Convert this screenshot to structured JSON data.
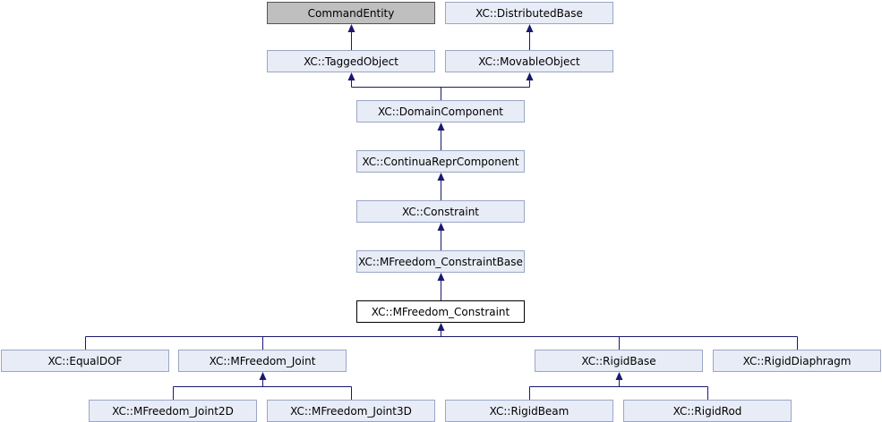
{
  "colors": {
    "edge": "#191970",
    "node_fill": "#e8ecf6",
    "node_border": "#9aa6c7",
    "external_fill": "#bfbfbf",
    "current_fill": "#ffffff"
  },
  "nodes": {
    "command_entity": "CommandEntity",
    "distributed_base": "XC::DistributedBase",
    "tagged_object": "XC::TaggedObject",
    "movable_object": "XC::MovableObject",
    "domain_component": "XC::DomainComponent",
    "continua_repr_component": "XC::ContinuaReprComponent",
    "constraint": "XC::Constraint",
    "mfreedom_constraint_base": "XC::MFreedom_ConstraintBase",
    "mfreedom_constraint": "XC::MFreedom_Constraint",
    "equal_dof": "XC::EqualDOF",
    "mfreedom_joint": "XC::MFreedom_Joint",
    "rigid_base": "XC::RigidBase",
    "rigid_diaphragm": "XC::RigidDiaphragm",
    "mfreedom_joint2d": "XC::MFreedom_Joint2D",
    "mfreedom_joint3d": "XC::MFreedom_Joint3D",
    "rigid_beam": "XC::RigidBeam",
    "rigid_rod": "XC::RigidRod"
  },
  "edges": [
    {
      "child": "tagged_object",
      "parents": [
        "command_entity"
      ]
    },
    {
      "child": "movable_object",
      "parents": [
        "distributed_base"
      ]
    },
    {
      "child": "domain_component",
      "parents": [
        "tagged_object",
        "movable_object"
      ]
    },
    {
      "child": "continua_repr_component",
      "parents": [
        "domain_component"
      ]
    },
    {
      "child": "constraint",
      "parents": [
        "continua_repr_component"
      ]
    },
    {
      "child": "mfreedom_constraint_base",
      "parents": [
        "constraint"
      ]
    },
    {
      "child": "mfreedom_constraint",
      "parents": [
        "mfreedom_constraint_base"
      ]
    },
    {
      "parent": "mfreedom_constraint",
      "children": [
        "equal_dof",
        "mfreedom_joint",
        "rigid_base",
        "rigid_diaphragm"
      ]
    },
    {
      "parent": "mfreedom_joint",
      "children": [
        "mfreedom_joint2d",
        "mfreedom_joint3d"
      ]
    },
    {
      "parent": "rigid_base",
      "children": [
        "rigid_beam",
        "rigid_rod"
      ]
    }
  ]
}
